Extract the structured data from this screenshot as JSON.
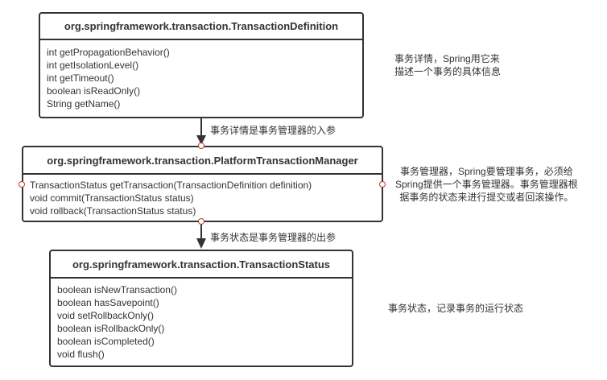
{
  "boxes": [
    {
      "title": "org.springframework.transaction.TransactionDefinition",
      "methods": [
        "int getPropagationBehavior()",
        "int getIsolationLevel()",
        "int getTimeout()",
        "boolean isReadOnly()",
        "String getName()"
      ]
    },
    {
      "title": "org.springframework.transaction.PlatformTransactionManager",
      "methods": [
        "TransactionStatus getTransaction(TransactionDefinition definition)",
        "void commit(TransactionStatus status)",
        "void rollback(TransactionStatus status)"
      ]
    },
    {
      "title": "org.springframework.transaction.TransactionStatus",
      "methods": [
        "boolean isNewTransaction()",
        "boolean hasSavepoint()",
        "void setRollbackOnly()",
        "boolean isRollbackOnly()",
        "boolean isCompleted()",
        "void flush()"
      ]
    }
  ],
  "arrows": [
    "事务详情是事务管理器的入参",
    "事务状态是事务管理器的出参"
  ],
  "notes": [
    [
      "事务详情，Spring用它来",
      "描述一个事务的具体信息"
    ],
    [
      "事务管理器，Spring要管理事务，必须给",
      "Spring提供一个事务管理器。事务管理器根",
      "据事务的状态来进行提交或者回滚操作。"
    ],
    [
      "事务状态，记录事务的运行状态"
    ]
  ]
}
